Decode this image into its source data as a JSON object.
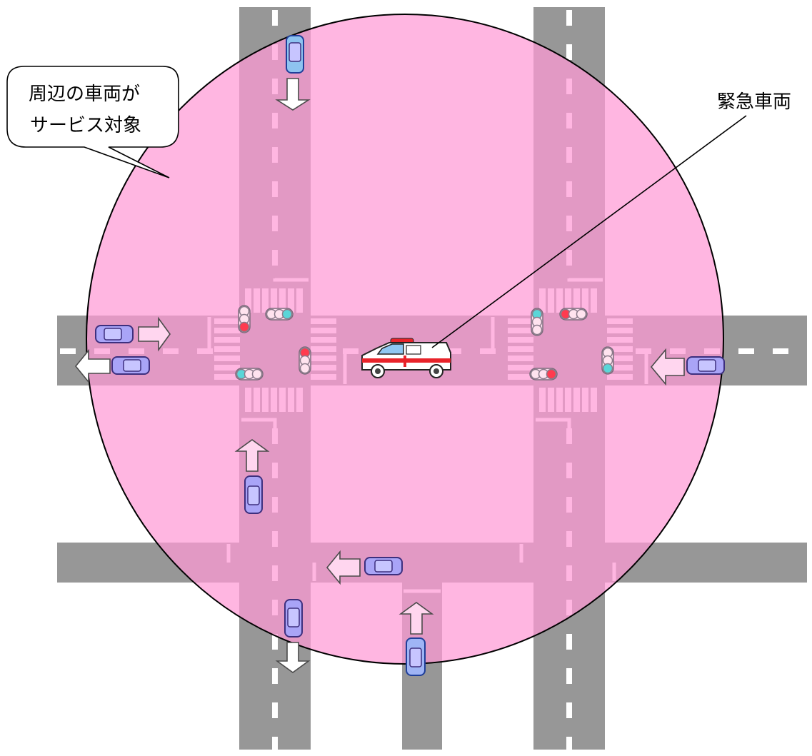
{
  "speech_bubble": {
    "line1": "周辺の車両が",
    "line2": "サービス対象"
  },
  "emergency_label": "緊急車両",
  "signal_states": {
    "nw_horizontal": [
      "off",
      "off",
      "blue"
    ],
    "nw_vertical": [
      "off",
      "off",
      "red"
    ],
    "nw_vertical_2": [
      "red",
      "off",
      "off"
    ],
    "nw_horizontal_2": [
      "blue",
      "off",
      "off"
    ],
    "ne_horizontal": [
      "red",
      "off",
      "off"
    ],
    "ne_vertical": [
      "blue",
      "off",
      "off"
    ],
    "ne_vertical_2": [
      "off",
      "off",
      "blue"
    ],
    "ne_horizontal_2": [
      "off",
      "off",
      "red"
    ]
  },
  "colors": {
    "road": "#979797",
    "service_zone": "#ff9ad5",
    "car": "#a9a4f7",
    "ambulance_stripe": "#e8232a"
  }
}
